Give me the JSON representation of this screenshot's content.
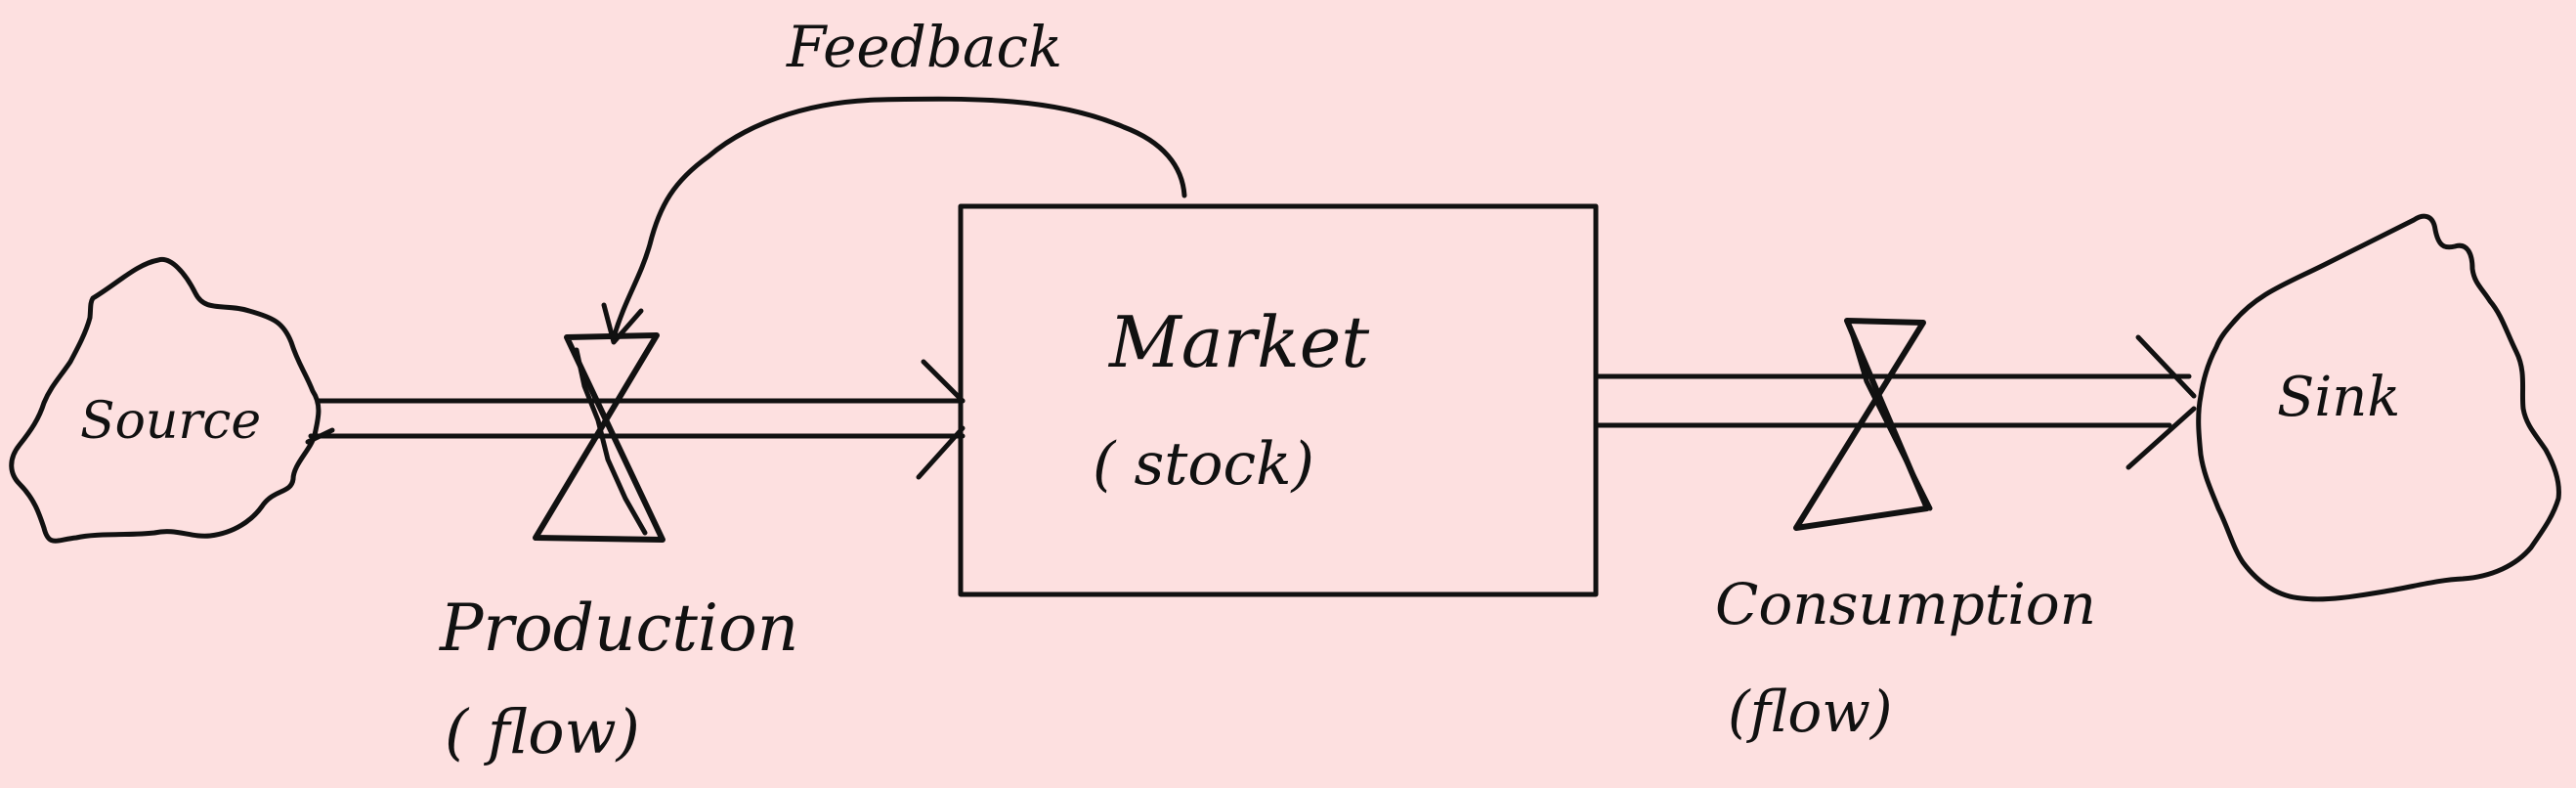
{
  "diagram": {
    "feedback_label": "Feedback",
    "source_label": "Source",
    "stock_title": "Market",
    "stock_subtitle": "( stock)",
    "production_title": "Production",
    "production_subtitle": "( flow)",
    "consumption_title": "Consumption",
    "consumption_subtitle": "(flow)",
    "sink_label": "Sink"
  },
  "colors": {
    "background": "#fde0e0",
    "ink": "#111111"
  }
}
